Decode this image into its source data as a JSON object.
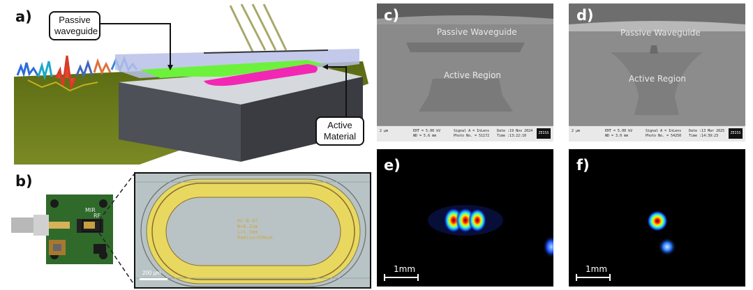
{
  "panels": {
    "a": {
      "label": "a)",
      "callout_passive": "Passive\nwaveguide",
      "callout_active": "Active\nMaterial"
    },
    "b": {
      "label": "b)",
      "scale": "200 µm",
      "pcb_text_1": "MIR",
      "pcb_text_2": "RF",
      "chip_text": "RC-B-07\nW=8.2um\nL=1.5mm\nRadius=500um"
    },
    "c": {
      "label": "c)",
      "passive": "Passive Waveguide",
      "active": "Active Region",
      "databar": {
        "scale": "2 µm",
        "eht": "EHT = 5.00 kV",
        "wd": "WD = 5.6 mm",
        "signal": "Signal A = InLens",
        "photo": "Photo No. = 51172",
        "date": "Date :19 Nov 2024",
        "time": "Time :13:22:10",
        "logo": "ZEISS"
      }
    },
    "d": {
      "label": "d)",
      "passive": "Passive Waveguide",
      "active": "Active Region",
      "databar": {
        "scale": "2 µm",
        "eht": "EHT = 5.00 kV",
        "wd": "WD = 3.0 mm",
        "signal": "Signal A = InLens",
        "photo": "Photo No. = 54250",
        "date": "Date :13 Mar 2025",
        "time": "Time :14:39:23",
        "logo": "ZEISS"
      }
    },
    "e": {
      "label": "e)",
      "scale": "1mm"
    },
    "f": {
      "label": "f)",
      "scale": "1mm"
    }
  },
  "colors": {
    "passive": "#6cf23c",
    "active": "#f227b4",
    "chip_body": "#4d5057",
    "chip_top": "#d5d8dc",
    "substrate": "#6b7a1a",
    "sem_bg": "#7d7d7d"
  }
}
